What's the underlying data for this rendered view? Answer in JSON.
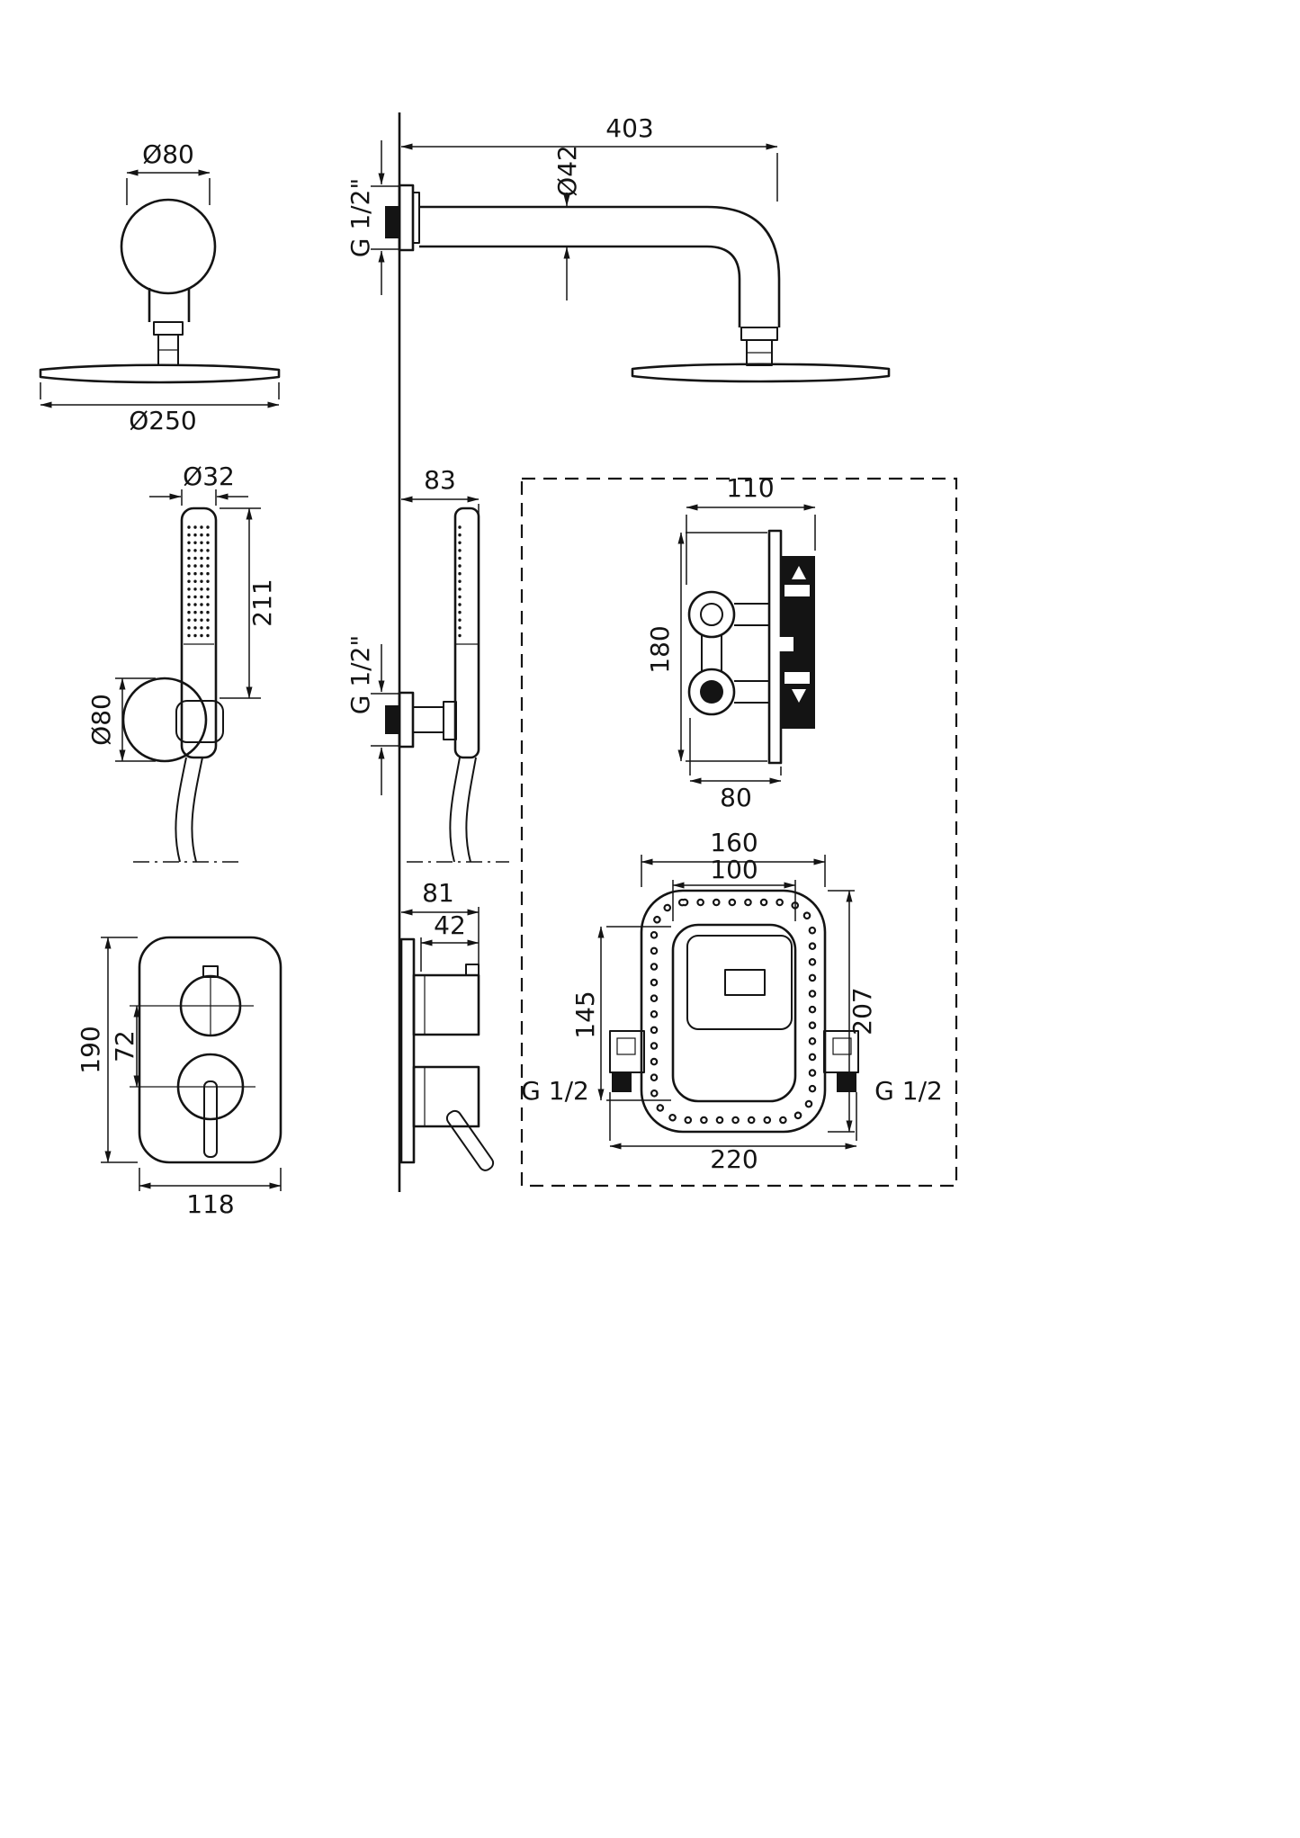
{
  "drawing": {
    "labels": {
      "head_flange_dia": "Ø80",
      "head_dia": "Ø250",
      "arm_length": "403",
      "arm_dia": "Ø42",
      "arm_thread": "G 1/2\"",
      "hand_offset": "83",
      "hand_dia": "Ø32",
      "hand_length": "211",
      "holder_dia": "Ø80",
      "holder_thread": "G 1/2\"",
      "valve_width": "110",
      "valve_height": "180",
      "valve_depth": "80",
      "box_outer_width": "160",
      "box_inner_width": "100",
      "box_height_inner": "145",
      "box_height_outer": "207",
      "box_thread_left": "G 1/2",
      "box_thread_right": "G 1/2",
      "box_width": "220",
      "plate_height": "190",
      "knob_spacing": "72",
      "plate_width": "118",
      "trim_depth": "81",
      "knob_depth": "42"
    }
  }
}
